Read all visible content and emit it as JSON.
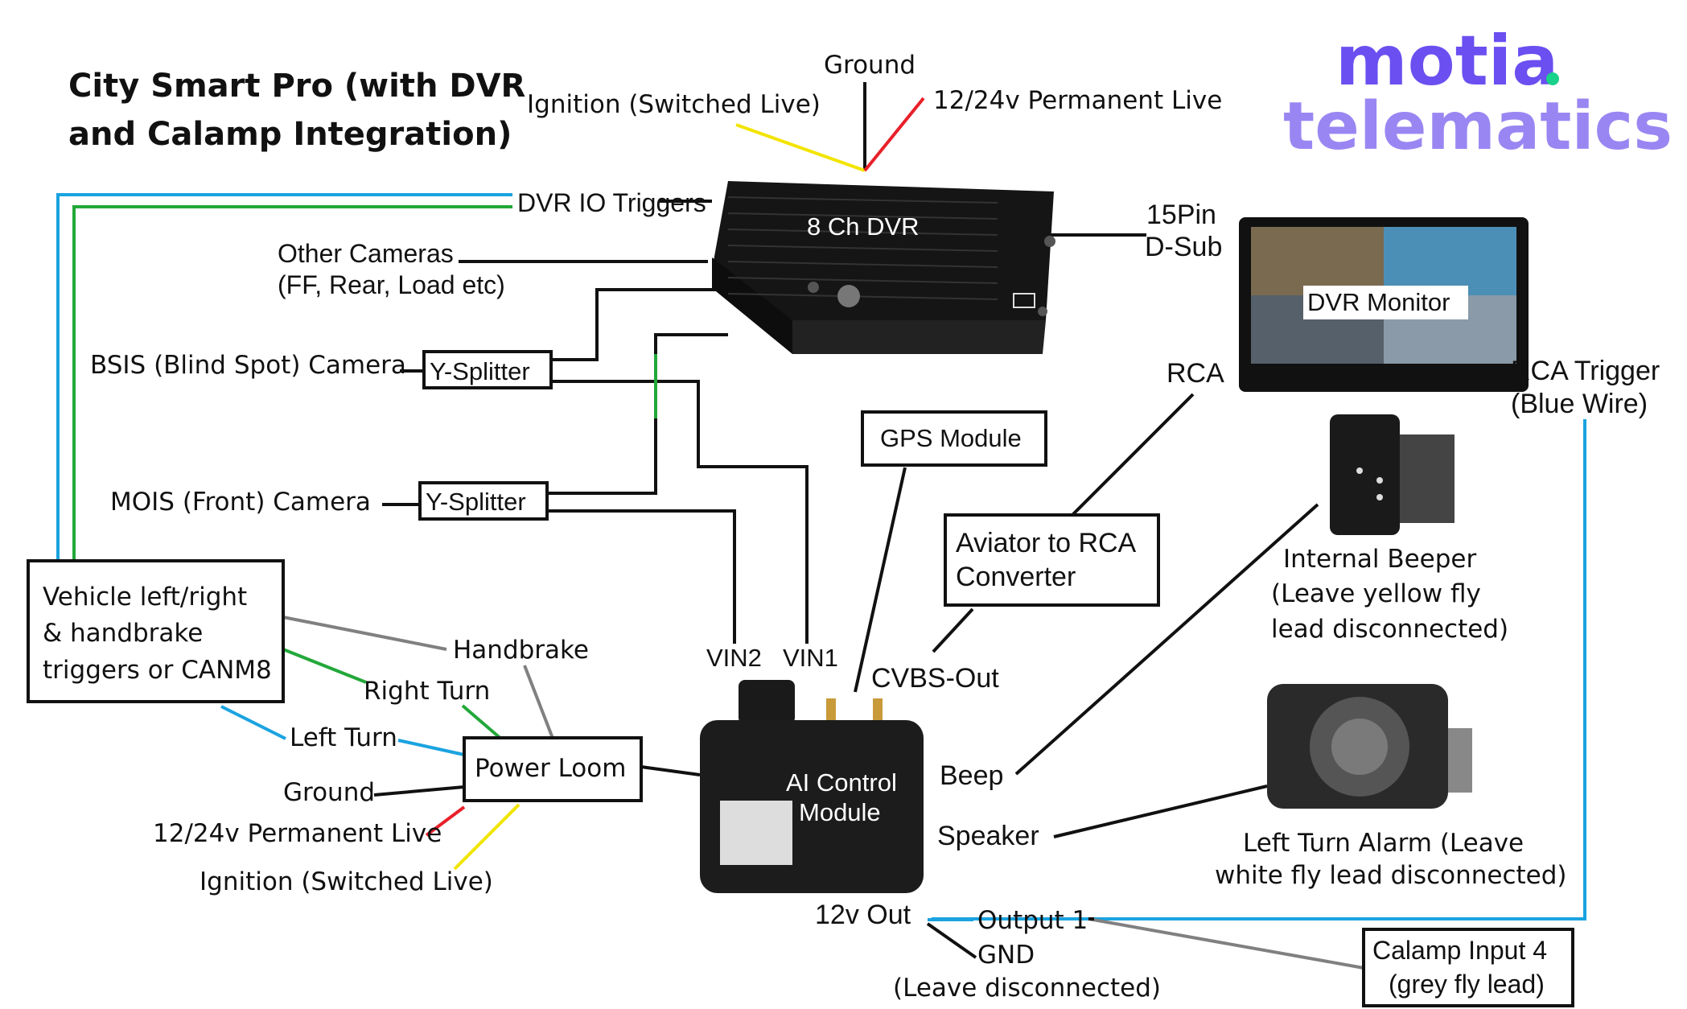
{
  "title": {
    "line1": "City Smart Pro (with DVR",
    "line2": "and Calamp Integration)"
  },
  "brand": {
    "line1": "motia",
    "dot": ".",
    "line2": "telematics",
    "color": "#7a5cf0",
    "dot_color": "#18d18a"
  },
  "colors": {
    "blue_wire": "#1aa3e0",
    "green_wire": "#23a83a",
    "grey_wire": "#808080",
    "yellow_wire": "#f2e400",
    "red_wire": "#e8202a",
    "black_wire": "#111111"
  },
  "dvr": {
    "name": "8 Ch DVR",
    "top_labels": {
      "ground": "Ground",
      "ignition": "Ignition (Switched Live)",
      "permanent": "12/24v Permanent Live"
    },
    "io_triggers": "DVR IO Triggers",
    "other_cameras_1": "Other Cameras",
    "other_cameras_2": "(FF, Rear, Load etc)",
    "dsub_1": "15Pin",
    "dsub_2": "D-Sub"
  },
  "monitor": {
    "name": "DVR Monitor",
    "rca": "RCA",
    "rca_trigger_1": "RCA Trigger",
    "rca_trigger_2": "(Blue Wire)"
  },
  "cameras": {
    "bsis": "BSIS (Blind Spot) Camera",
    "mois": "MOIS (Front) Camera",
    "splitter": "Y-Splitter"
  },
  "gps": "GPS Module",
  "converter": {
    "line1": "Aviator to RCA",
    "line2": "Converter"
  },
  "triggers_box": {
    "line1": "Vehicle left/right",
    "line2": "& handbrake",
    "line3": "triggers or CANM8"
  },
  "loom": {
    "name": "Power Loom",
    "handbrake": "Handbrake",
    "right_turn": "Right Turn",
    "left_turn": "Left Turn",
    "ground": "Ground",
    "permanent": "12/24v Permanent Live",
    "ignition": "Ignition (Switched Live)"
  },
  "ai_module": {
    "line1": "AI Control",
    "line2": "Module",
    "vin2": "VIN2",
    "vin1": "VIN1",
    "cvbs": "CVBS-Out",
    "beep": "Beep",
    "speaker": "Speaker",
    "out12v": "12v Out",
    "output1": "Output 1",
    "gnd": "GND",
    "gnd_note": "(Leave disconnected)"
  },
  "beeper": {
    "line1": "Internal Beeper",
    "line2": "(Leave yellow fly",
    "line3": "lead disconnected)"
  },
  "alarm": {
    "line1": "Left Turn Alarm (Leave",
    "line2": "white fly lead disconnected)"
  },
  "calamp": {
    "line1": "Calamp Input 4",
    "line2": "(grey fly lead)"
  }
}
